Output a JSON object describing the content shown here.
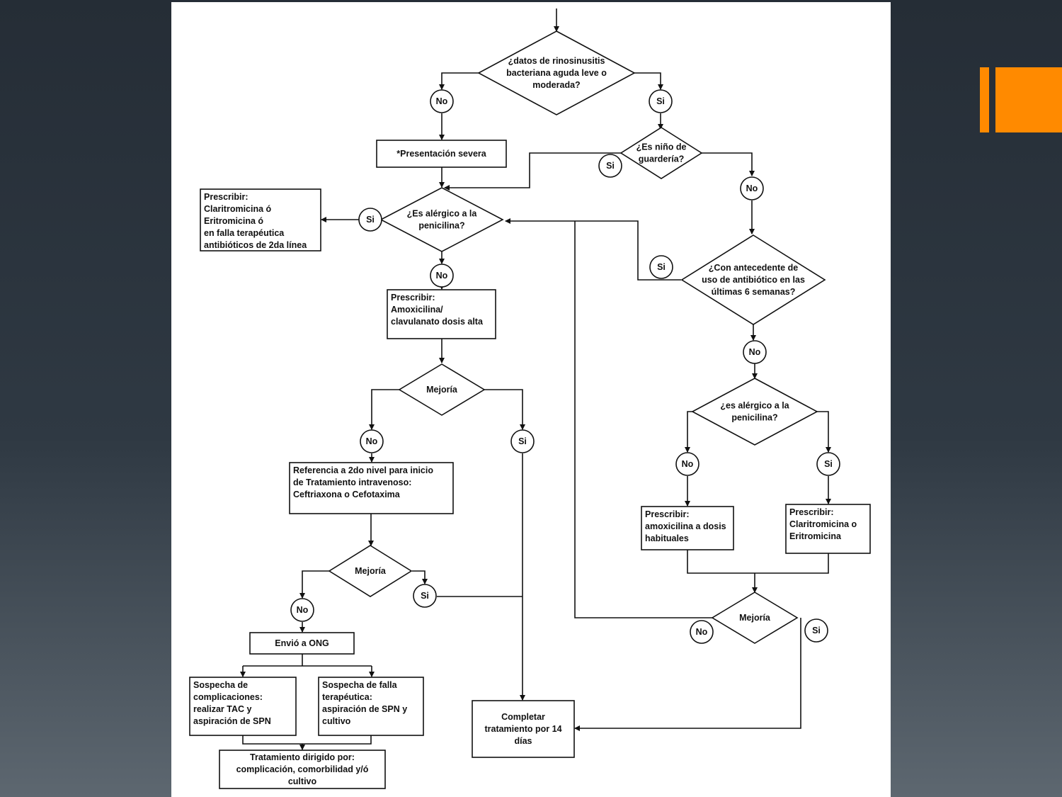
{
  "colors": {
    "accent": "#ff8a00",
    "background": "#2a323b",
    "slide": "#ffffff"
  },
  "flowchart": {
    "d_rino": [
      "¿datos de rinosinusitis",
      "bacteriana aguda leve o",
      "moderada?"
    ],
    "c_no1": "No",
    "c_si1": "Si",
    "b_severa": "*Presentación severa",
    "d_guarderia": [
      "¿Es niño de",
      "guardería?"
    ],
    "c_si_guard": "Si",
    "c_no_guard": "No",
    "d_alergico1": [
      "¿Es alérgico a la",
      "penicilina?"
    ],
    "c_si_aler1": "Si",
    "b_clari1": [
      "Prescribir:",
      "Claritromicina ó",
      "Eritromicina ó",
      "en falla terapéutica",
      "antibióticos de 2da línea"
    ],
    "c_no_aler1": "No",
    "b_amox_clav": [
      "Prescribir:",
      "Amoxicilina/",
      "clavulanato dosis alta"
    ],
    "d_mejoria1": "Mejoría",
    "c_no_mej1": "No",
    "c_si_mej1": "Si",
    "b_referencia": [
      "Referencia a 2do nivel para inicio",
      "de Tratamiento intravenoso:",
      "Ceftriaxona o Cefotaxima"
    ],
    "d_mejoria2": "Mejoría",
    "c_no_mej2": "No",
    "c_si_mej2": "Si",
    "b_ong": "Envió a ONG",
    "b_complicaciones": [
      "Sospecha           de",
      "complicaciones:",
      "realizar     TAC      y",
      "aspiración de SPN"
    ],
    "b_falla": [
      "Sospecha   de   falla",
      "terapéutica:",
      "aspiración de SPN y",
      "cultivo"
    ],
    "b_dirigido": [
      "Tratamiento dirigido por:",
      "complicación, comorbilidad y/ó",
      "cultivo"
    ],
    "b_completar": [
      "Completar",
      "tratamiento por 14",
      "días"
    ],
    "c_si_ante": "Si",
    "d_antecedente": [
      "¿Con antecedente de",
      "uso de antibiótico en las",
      "últimas 6 semanas?"
    ],
    "c_no_ante": "No",
    "d_alergico2": [
      "¿es alérgico a la",
      "penicilina?"
    ],
    "c_no_aler2": "No",
    "c_si_aler2": "Si",
    "b_amox_hab": [
      "Prescribir:",
      "amoxicilina a dosis",
      "habituales"
    ],
    "b_clari2": [
      "Prescribir:",
      "Claritromicina o",
      "Eritromicina"
    ],
    "d_mejoria3": "Mejoría",
    "c_no_mej3": "No",
    "c_si_mej3": "Si"
  }
}
